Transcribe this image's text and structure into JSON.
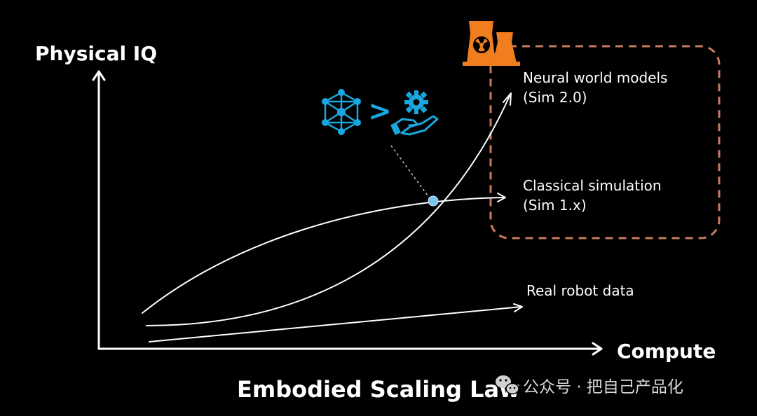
{
  "chart_data": {
    "type": "line",
    "title": "Embodied Scaling Law",
    "xlabel": "Compute",
    "ylabel": "Physical IQ",
    "grid": false,
    "legend": "none",
    "series": [
      {
        "name": "Neural world models",
        "name_line2": "(Sim 2.0)"
      },
      {
        "name": "Classical simulation",
        "name_line2": "(Sim 1.x)"
      },
      {
        "name": "Real robot data"
      }
    ],
    "comparison_symbol": ">",
    "icons": [
      "nuclear-plant-icon",
      "neural-network-icon",
      "hand-gear-icon"
    ],
    "colors": {
      "background": "#000000",
      "axes": "#ffffff",
      "intersection_point": "#7ec4f2",
      "icon_blue": "#1aa6df",
      "plant_orange": "#f07d1e",
      "dashed_box": "#c97a5e"
    }
  },
  "watermark": {
    "icon": "wechat-icon",
    "text": "公众号 · 把自己产品化"
  }
}
